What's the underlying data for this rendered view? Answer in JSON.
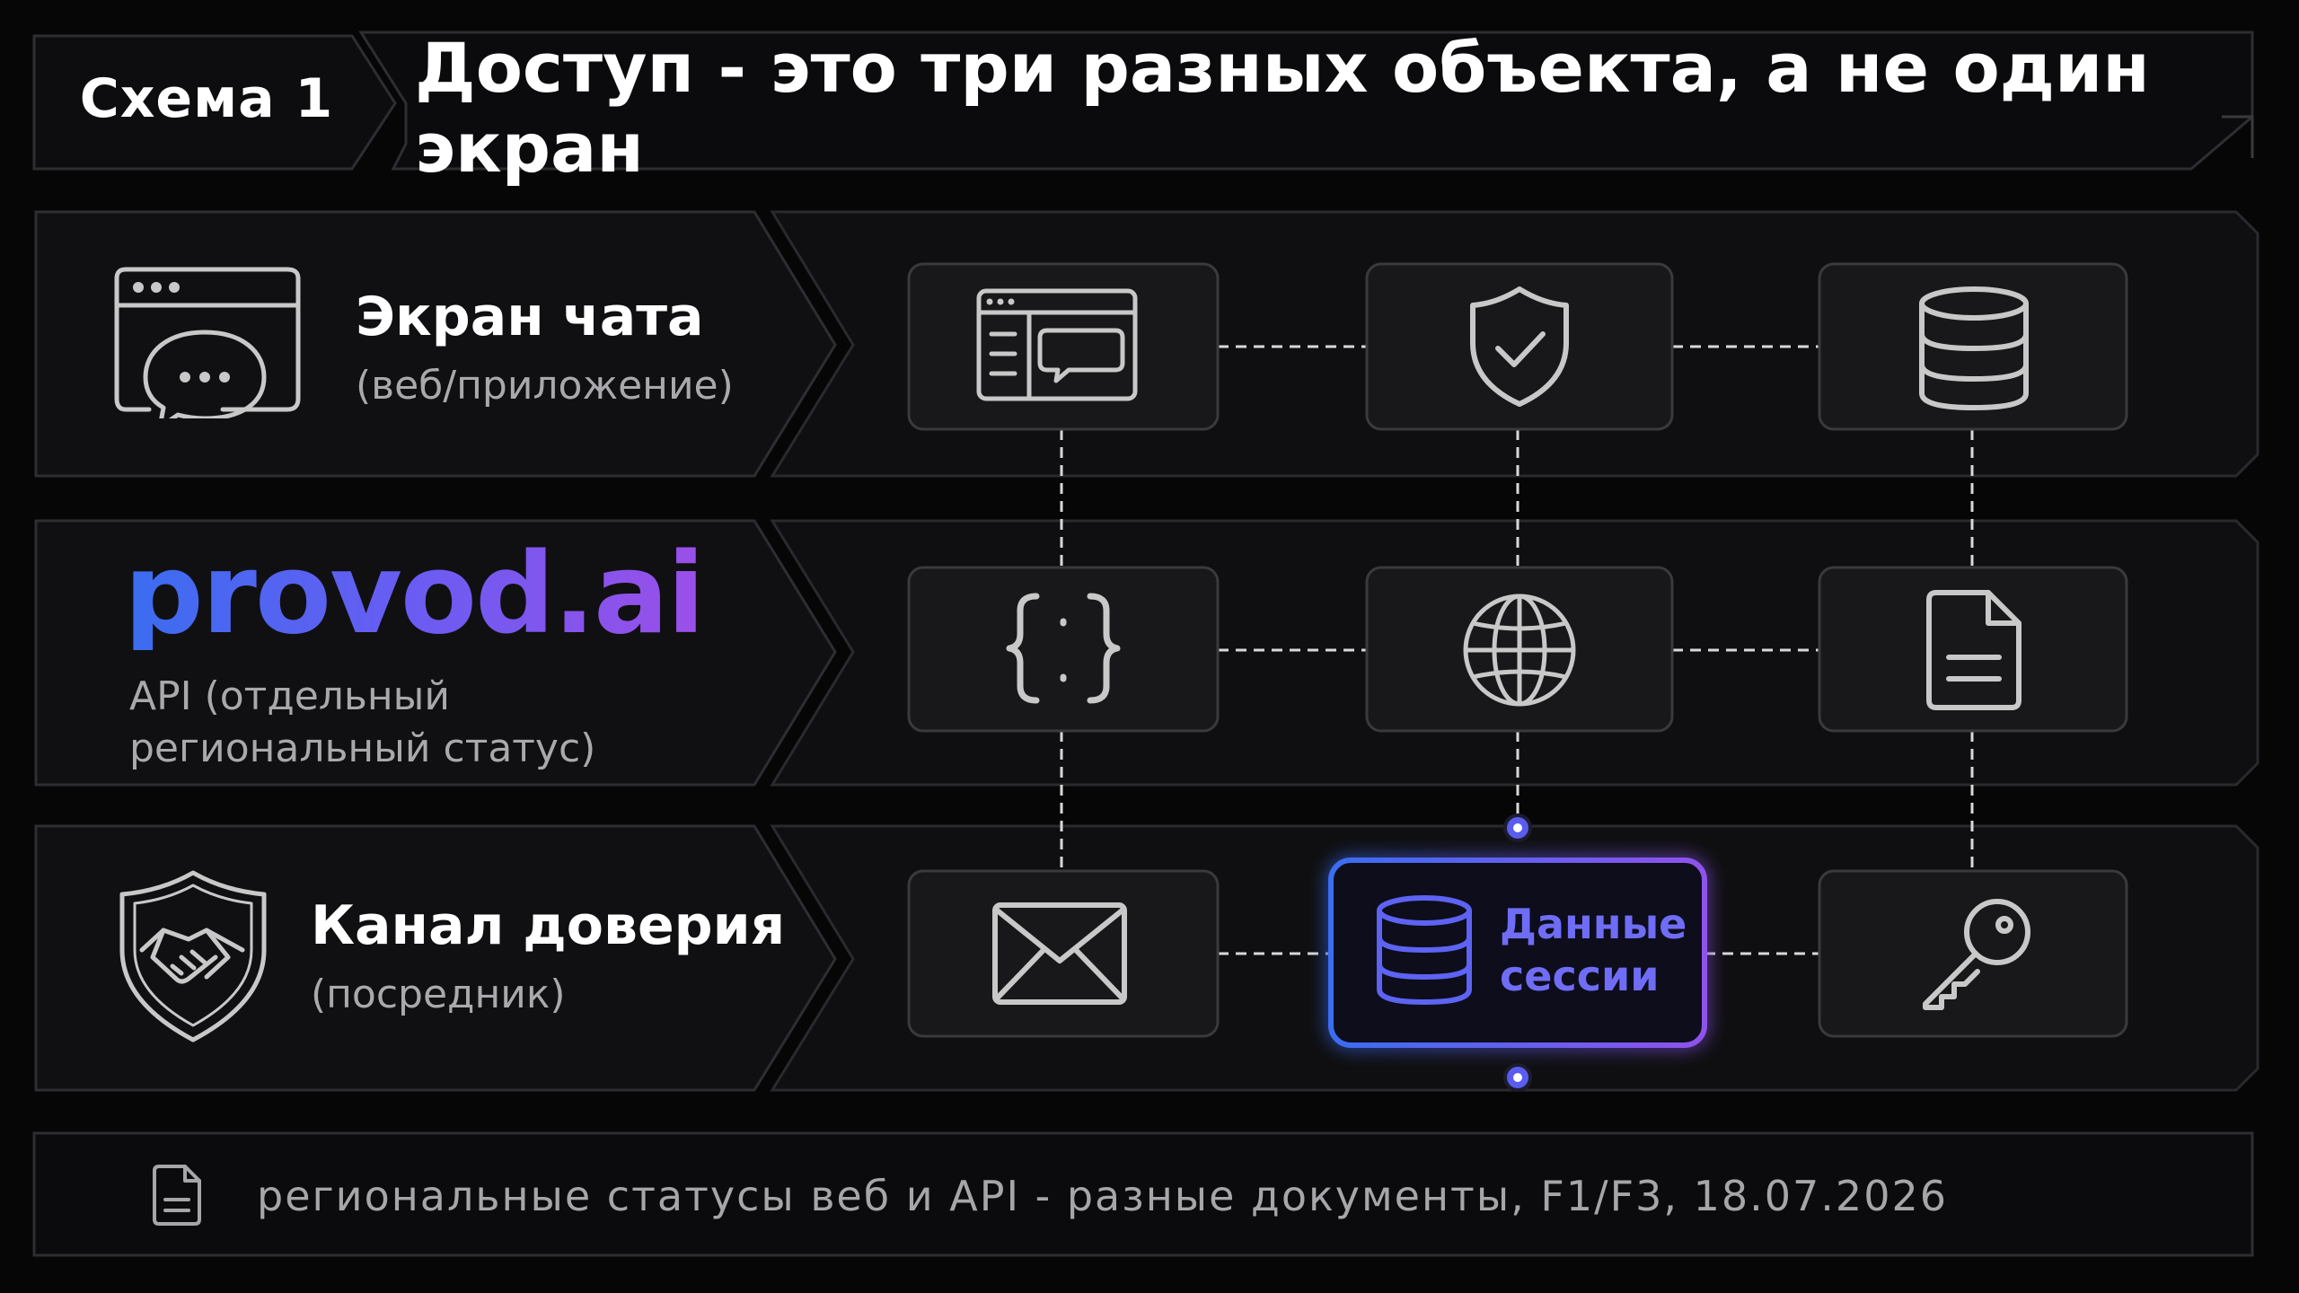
{
  "header": {
    "tab_label": "Схема 1",
    "title": "Доступ - это три разных объекта, а не один экран"
  },
  "rows": [
    {
      "title": "Экран чата",
      "subtitle": "(веб/приложение)",
      "icon": "chat-window-icon"
    },
    {
      "logo_text": "provod.ai",
      "subtitle_line1": "API (отдельный",
      "subtitle_line2": "региональный статус)"
    },
    {
      "title": "Канал доверия",
      "subtitle": "(посредник)",
      "icon": "handshake-shield-icon"
    }
  ],
  "grid": {
    "row1": [
      "web-ui-icon",
      "shield-check-icon",
      "database-icon"
    ],
    "row2": [
      "code-braces-icon",
      "globe-icon",
      "document-icon"
    ],
    "row3": [
      "mail-icon",
      "session-database-icon",
      "key-icon"
    ]
  },
  "highlight": {
    "line1": "Данные",
    "line2": "сессии"
  },
  "footer": {
    "icon": "document-icon",
    "text": "региональные статусы веб и API - разные документы, F1/F3, 18.07.2026"
  },
  "colors": {
    "background": "#060607",
    "panel": "#121214",
    "tile": "#1a1a1c",
    "border": "#2e2e32",
    "accent": "#6a5cf2",
    "accent_blue": "#3a6df0",
    "text_muted": "#a9a9ad"
  }
}
